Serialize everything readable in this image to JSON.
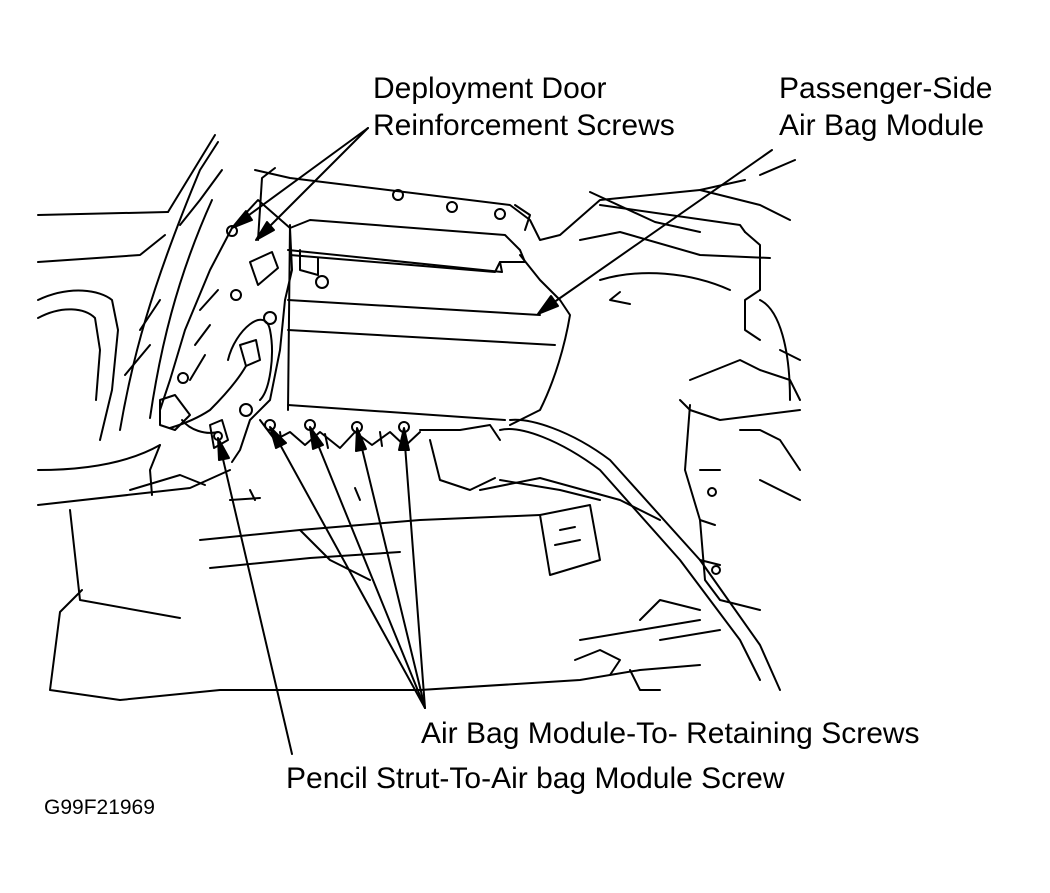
{
  "labels": {
    "deployment_door_screws": [
      "Deployment Door",
      "Reinforcement Screws"
    ],
    "passenger_airbag_module": [
      "Passenger-Side",
      "Air Bag Module"
    ],
    "retaining_screws": "Air Bag Module-To- Retaining Screws",
    "pencil_strut_screw": "Pencil Strut-To-Air bag Module Screw"
  },
  "figure_code": "G99F21969"
}
